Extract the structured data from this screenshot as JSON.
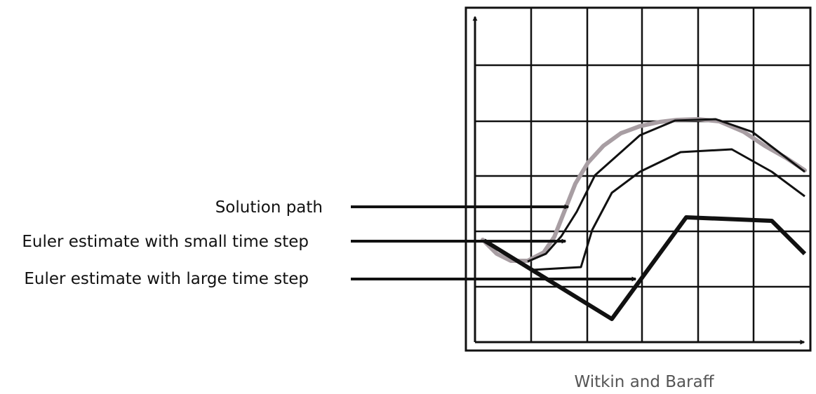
{
  "labels": {
    "solution": "Solution path",
    "small_step": "Euler estimate with small time step",
    "large_step": "Euler estimate with large time step"
  },
  "credit": "Witkin and Baraff",
  "colors": {
    "solution_curve": "#a89ea3",
    "euler_curves": "#111111",
    "grid": "#111111",
    "credit_text": "#555555"
  }
}
